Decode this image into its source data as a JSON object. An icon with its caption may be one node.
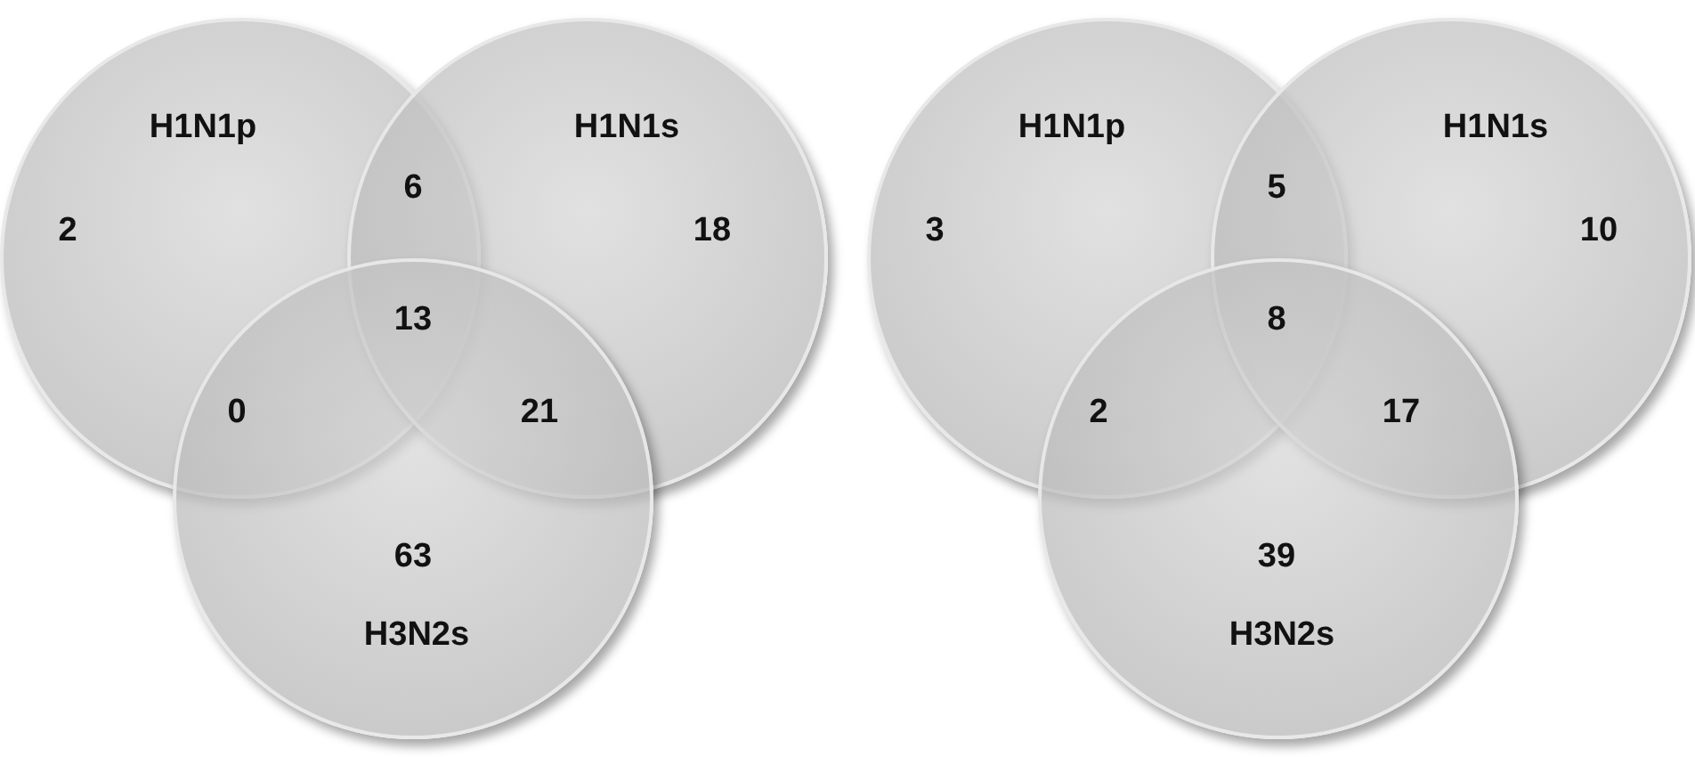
{
  "diagram": {
    "nodes": [
      {
        "text": [
          "H1N1p"
        ]
      },
      {
        "text": [
          "H1N1s"
        ]
      },
      {
        "text": [
          "H3N2s"
        ]
      },
      {
        "text": [
          "H1N1p"
        ]
      },
      {
        "text": [
          "H1N1s"
        ]
      },
      {
        "text": [
          "H3N2s"
        ]
      }
    ],
    "labels": [
      "6",
      "2",
      "18",
      "13",
      "0",
      "21",
      "63",
      "5",
      "3",
      "10",
      "8",
      "2",
      "17",
      "39"
    ]
  }
}
